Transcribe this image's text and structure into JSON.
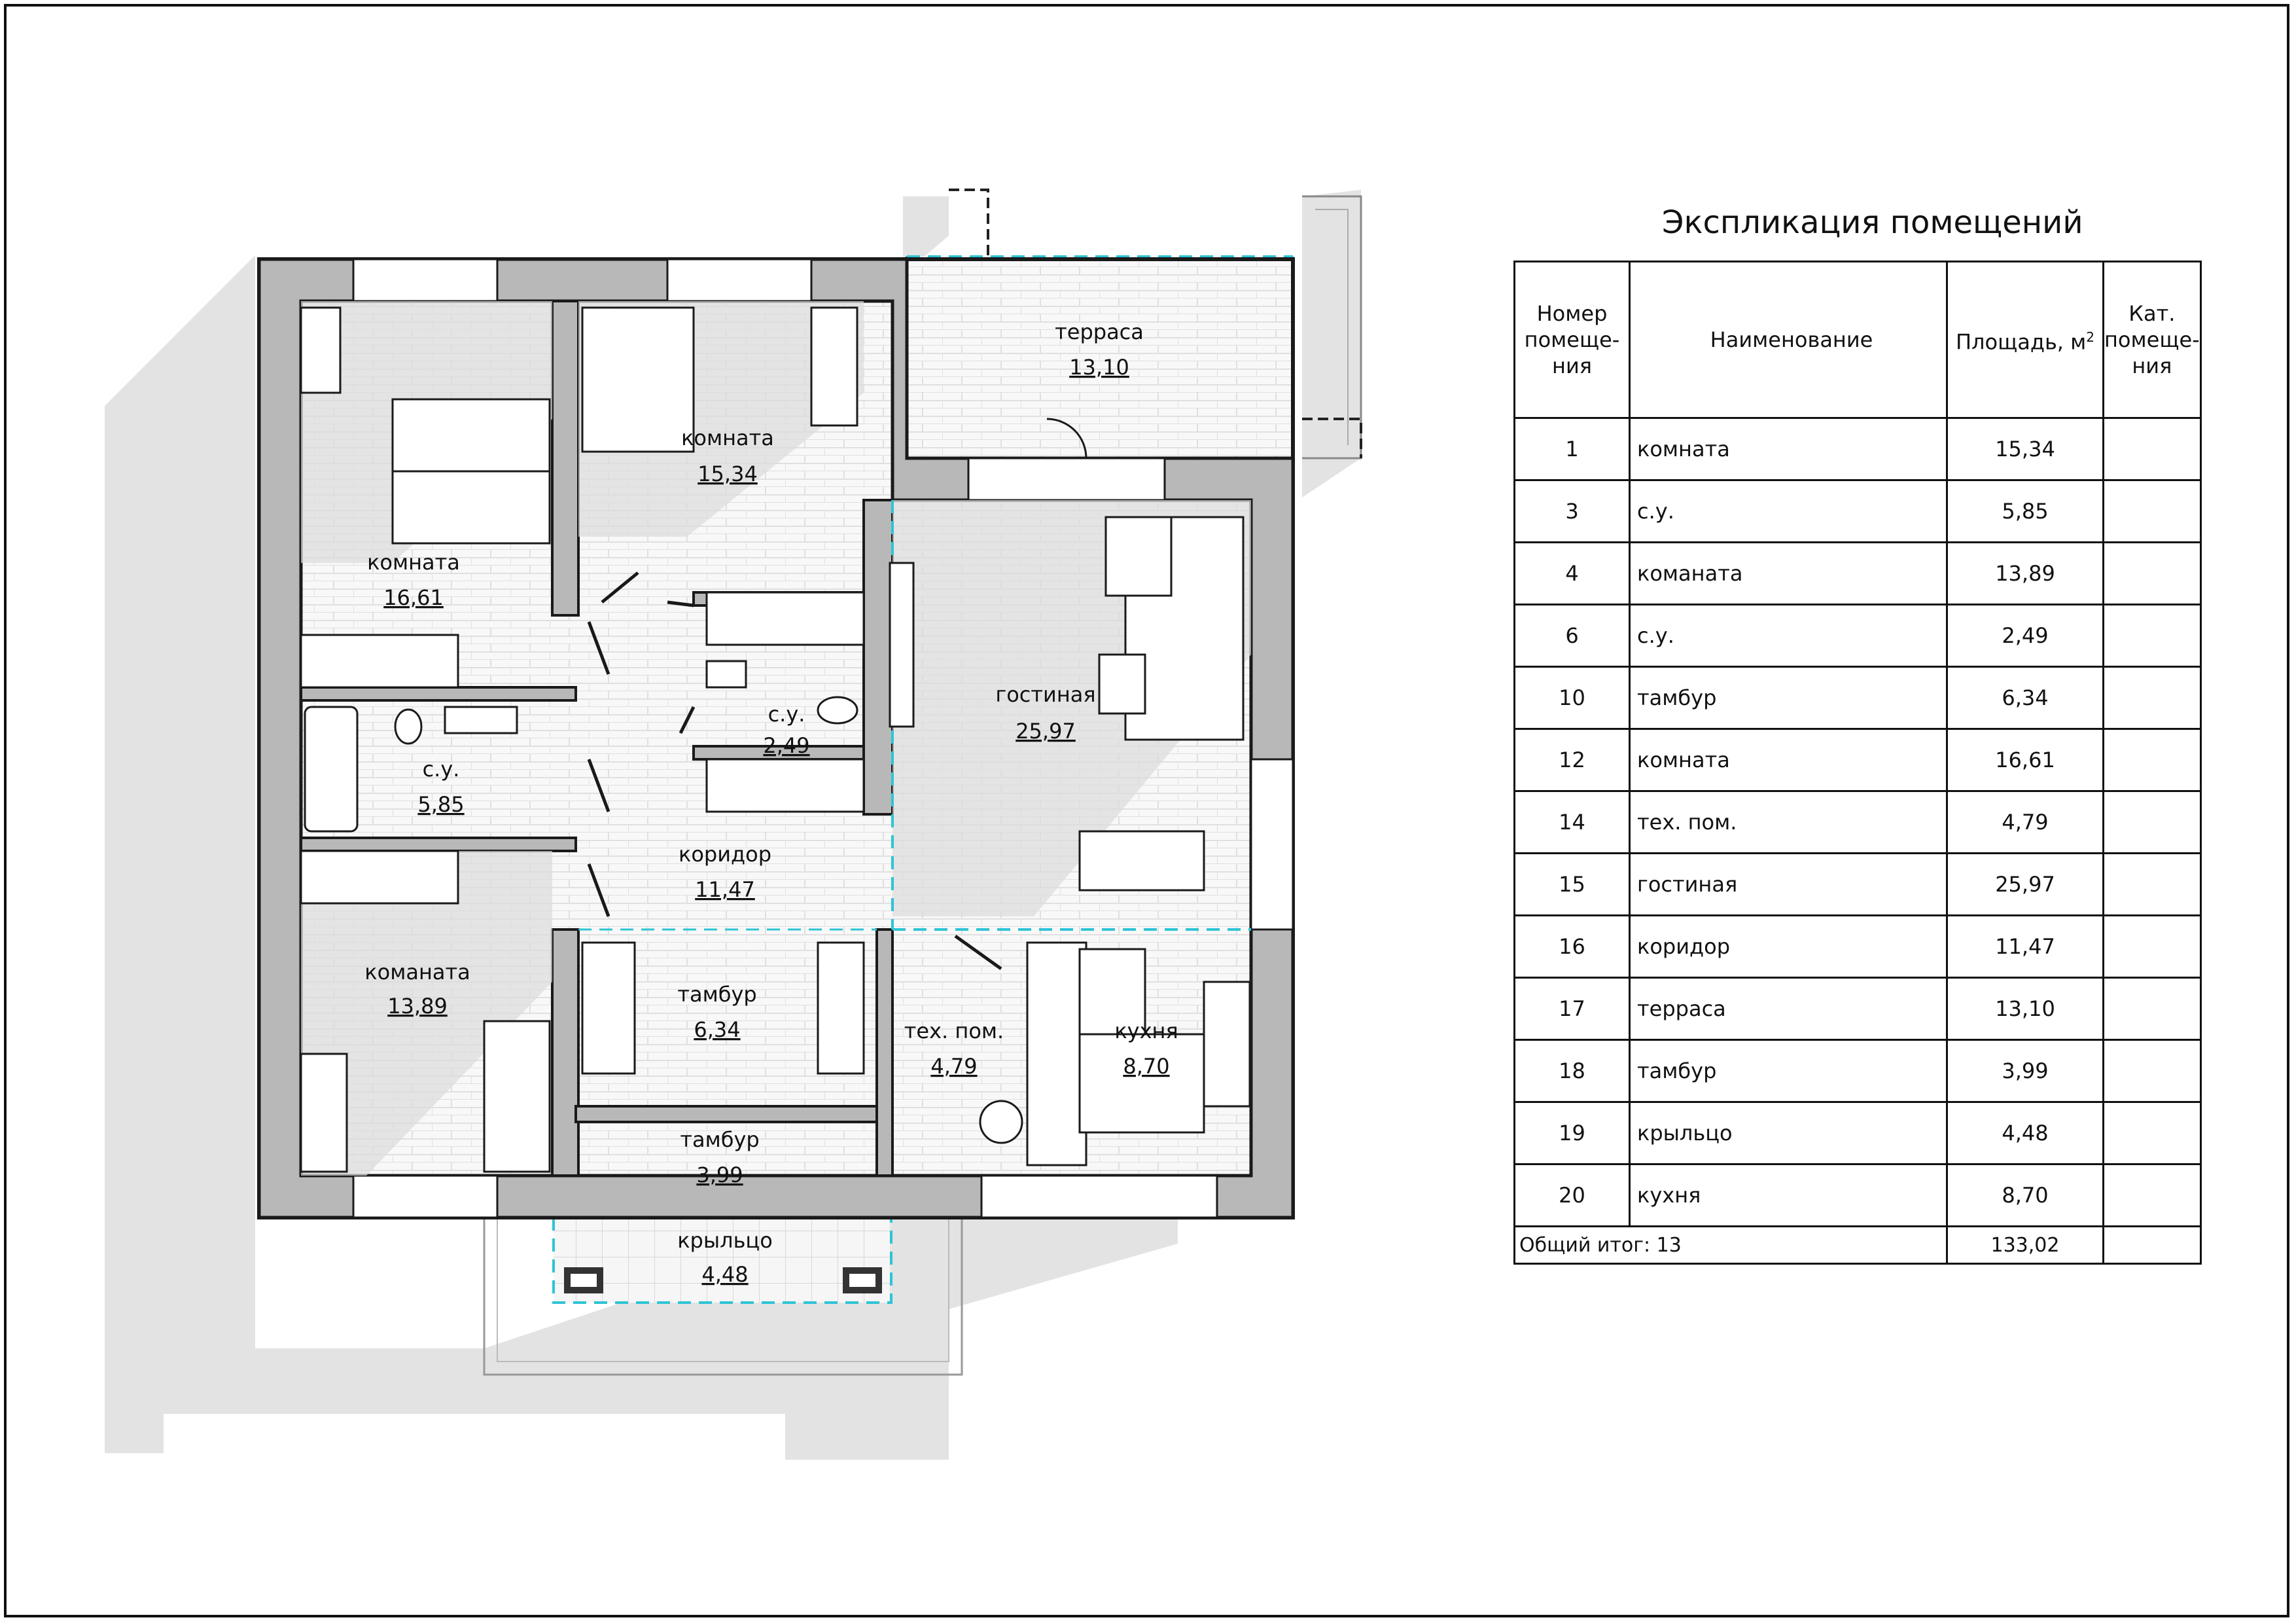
{
  "table": {
    "title": "Экспликация помещений",
    "headers": {
      "number": "Номер помеще-ния",
      "name": "Наименование",
      "area": "Площадь, м",
      "area_sup": "2",
      "category": "Кат. помеще-ния"
    },
    "rows": [
      {
        "num": "1",
        "name": "комната",
        "area": "15,34"
      },
      {
        "num": "3",
        "name": "с.у.",
        "area": "5,85"
      },
      {
        "num": "4",
        "name": "команата",
        "area": "13,89"
      },
      {
        "num": "6",
        "name": "с.у.",
        "area": "2,49"
      },
      {
        "num": "10",
        "name": "тамбур",
        "area": "6,34"
      },
      {
        "num": "12",
        "name": "комната",
        "area": "16,61"
      },
      {
        "num": "14",
        "name": "тех. пом.",
        "area": "4,79"
      },
      {
        "num": "15",
        "name": "гостиная",
        "area": "25,97"
      },
      {
        "num": "16",
        "name": "коридор",
        "area": "11,47"
      },
      {
        "num": "17",
        "name": "терраса",
        "area": "13,10"
      },
      {
        "num": "18",
        "name": "тамбур",
        "area": "3,99"
      },
      {
        "num": "19",
        "name": "крыльцо",
        "area": "4,48"
      },
      {
        "num": "20",
        "name": "кухня",
        "area": "8,70"
      }
    ],
    "total": {
      "label": "Общий итог: 13",
      "area": "133,02"
    }
  },
  "plan": {
    "rooms": {
      "terrace": {
        "name": "терраса",
        "area": "13,10"
      },
      "room1": {
        "name": "комната",
        "area": "15,34"
      },
      "room12": {
        "name": "комната",
        "area": "16,61"
      },
      "wc6": {
        "name": "с.у.",
        "area": "2,49"
      },
      "wc3": {
        "name": "с.у.",
        "area": "5,85"
      },
      "living": {
        "name": "гостиная",
        "area": "25,97"
      },
      "corridor": {
        "name": "коридор",
        "area": "11,47"
      },
      "room4": {
        "name": "команата",
        "area": "13,89"
      },
      "vestibule": {
        "name": "тамбур",
        "area": "6,34"
      },
      "tech": {
        "name": "тех. пом.",
        "area": "4,79"
      },
      "kitchen": {
        "name": "кухня",
        "area": "8,70"
      },
      "vest18": {
        "name": "тамбур",
        "area": "3,99"
      },
      "porch": {
        "name": "крыльцо",
        "area": "4,48"
      }
    },
    "colors": {
      "wall": "#1a1a1a",
      "wall_fill": "#b3b3b3",
      "shadow": "#e2e2e2",
      "floor_grid": "#d8d8d8",
      "boundary": "#2ec4d6"
    }
  }
}
